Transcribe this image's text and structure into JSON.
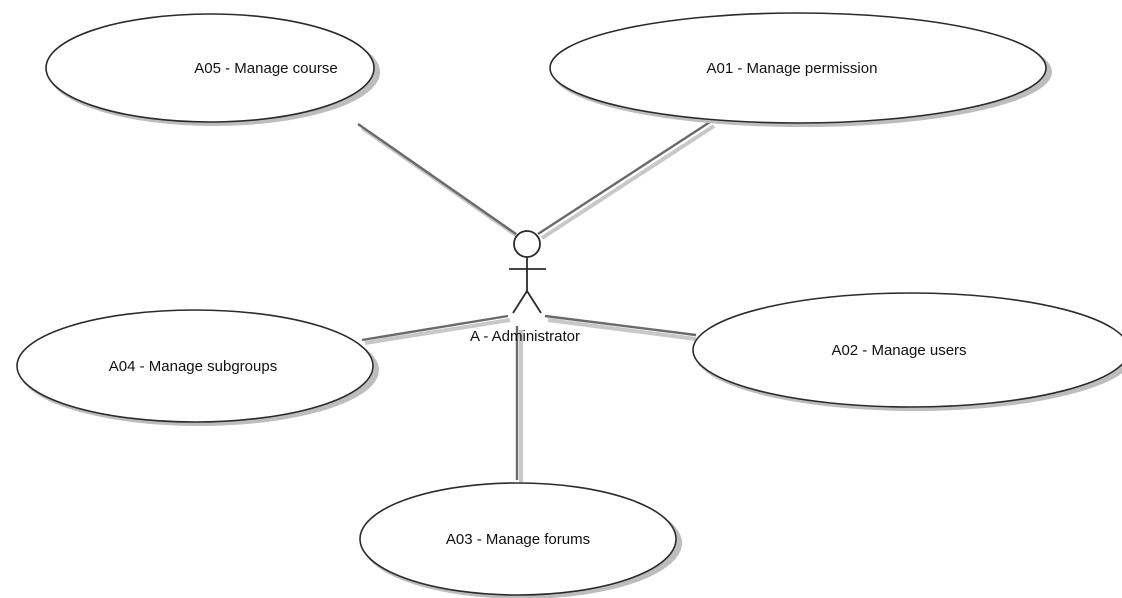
{
  "diagram": {
    "actor": {
      "label": "A - Administrator"
    },
    "use_cases": [
      {
        "id": "A05",
        "label": "A05 - Manage course"
      },
      {
        "id": "A01",
        "label": "A01 - Manage permission"
      },
      {
        "id": "A04",
        "label": "A04 - Manage subgroups"
      },
      {
        "id": "A02",
        "label": "A02 - Manage users"
      },
      {
        "id": "A03",
        "label": "A03 - Manage forums"
      }
    ],
    "associations": [
      {
        "from": "actor",
        "to": "A05"
      },
      {
        "from": "actor",
        "to": "A01"
      },
      {
        "from": "actor",
        "to": "A04"
      },
      {
        "from": "actor",
        "to": "A02"
      },
      {
        "from": "actor",
        "to": "A03"
      }
    ]
  }
}
